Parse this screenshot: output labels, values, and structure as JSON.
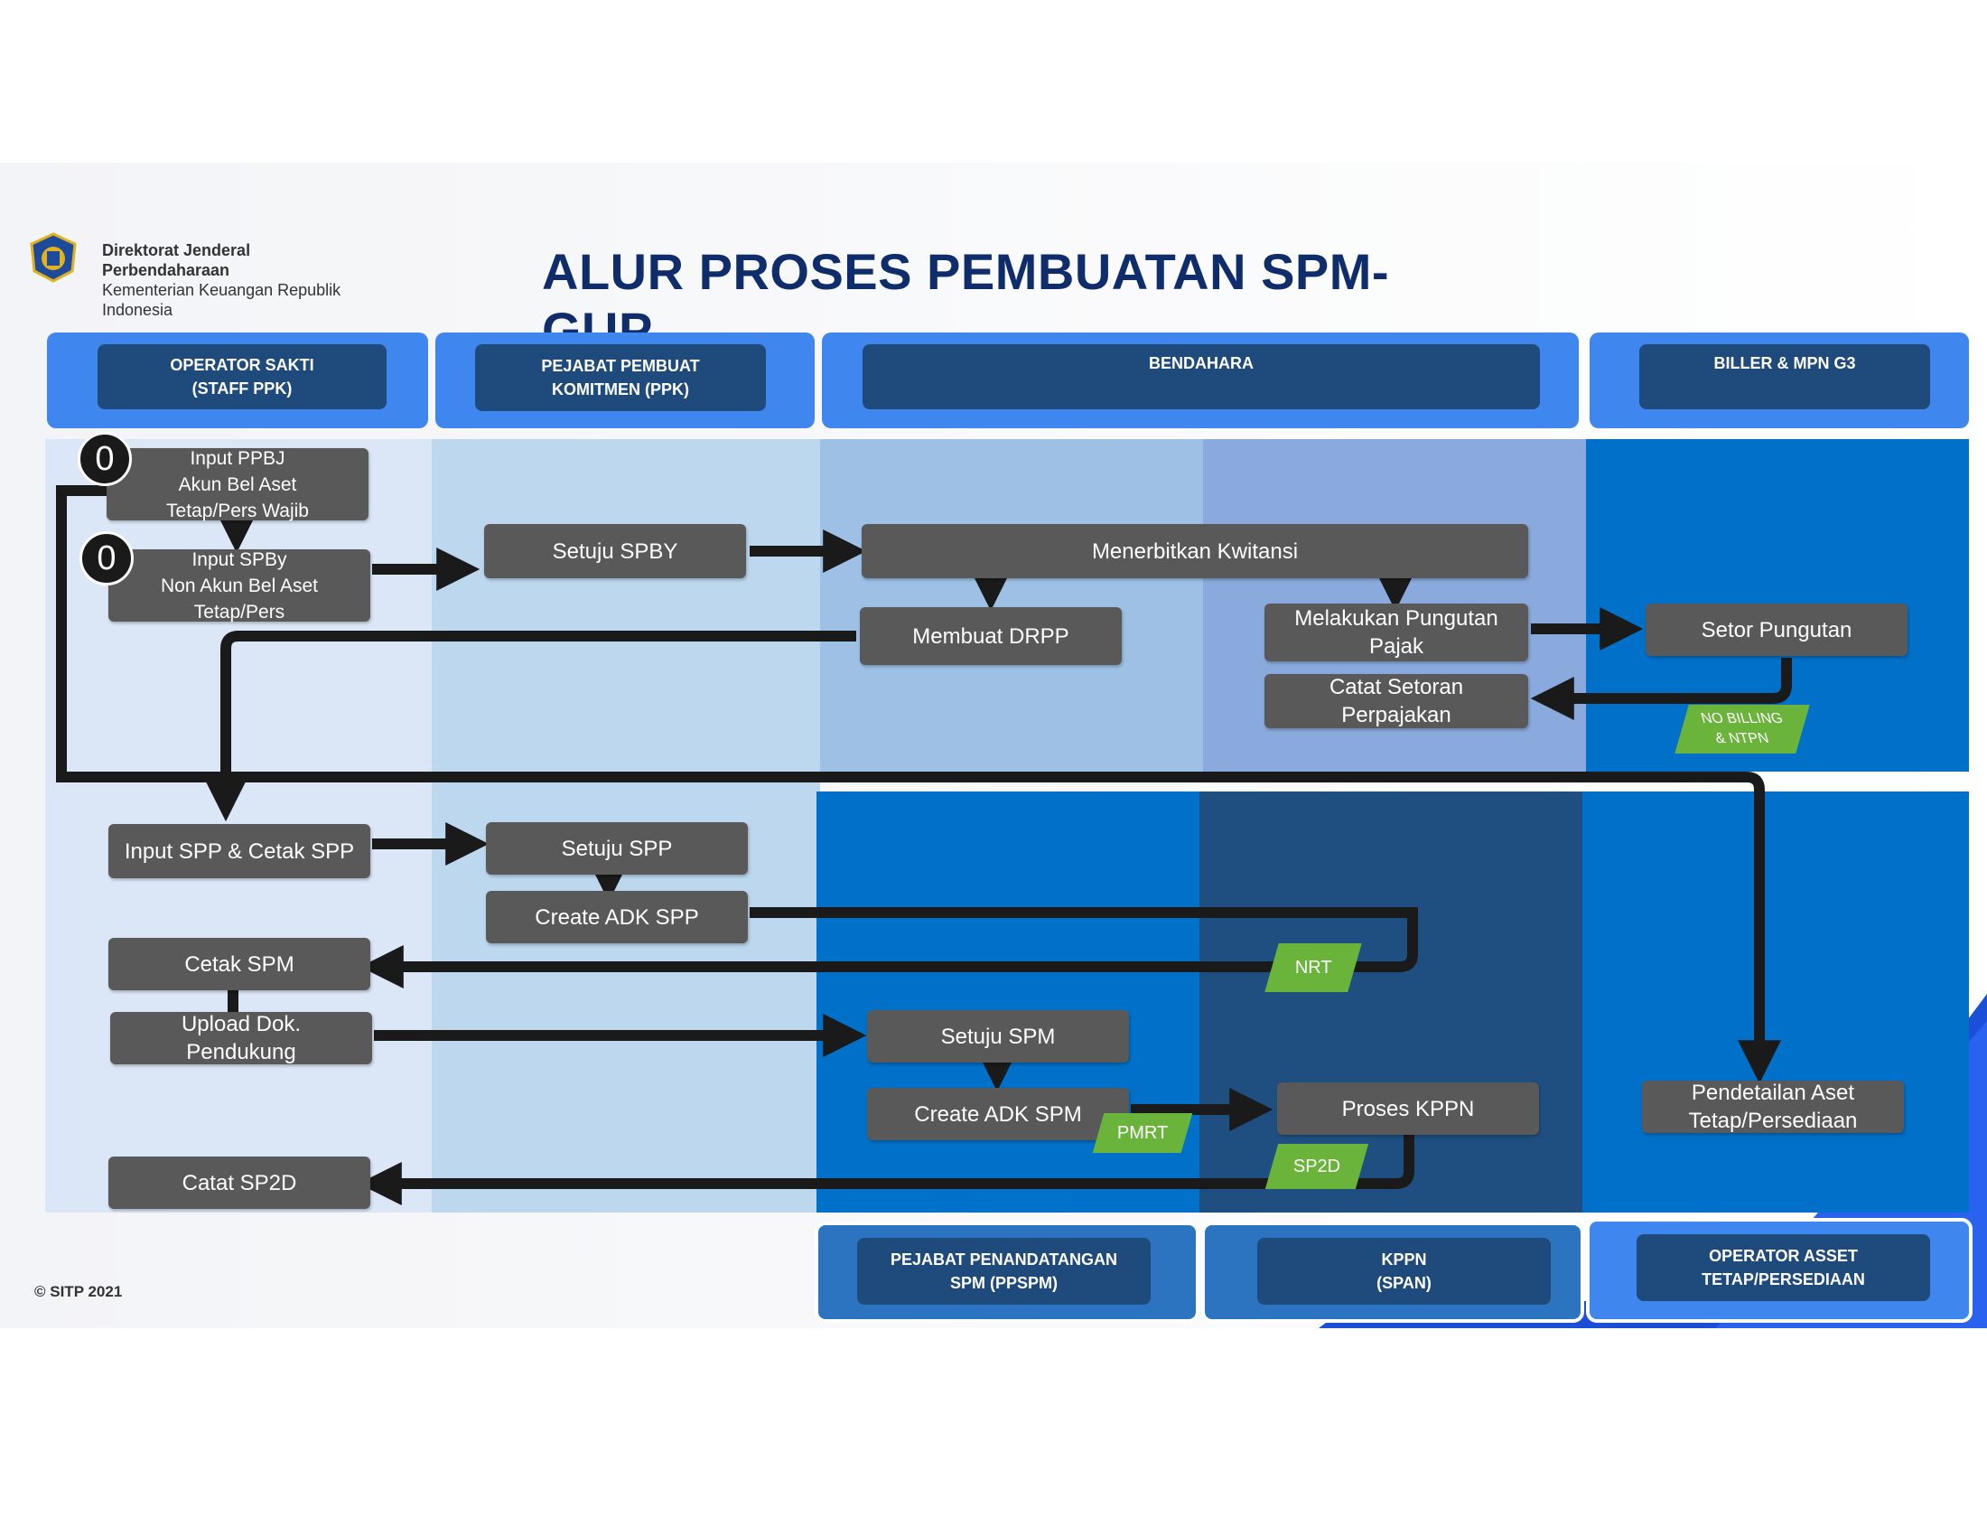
{
  "header": {
    "org_line1": "Direktorat Jenderal",
    "org_line2": "Perbendaharaan",
    "org_line3": "Kementerian Keuangan Republik",
    "org_line4": "Indonesia",
    "title": "ALUR PROSES PEMBUATAN SPM-GUP",
    "logo_icon": "ministry-emblem-icon"
  },
  "lanes_top": {
    "operator_line1": "OPERATOR SAKTI",
    "operator_line2": "(STAFF PPK)",
    "ppk_line1": "PEJABAT PEMBUAT",
    "ppk_line2": "KOMITMEN  (PPK)",
    "bendahara": "BENDAHARA",
    "biller": "BILLER & MPN G3"
  },
  "lanes_bottom": {
    "ppspm_line1": "PEJABAT PENANDATANGAN",
    "ppspm_line2": "SPM (PPSPM)",
    "kppn_line1": "KPPN",
    "kppn_line2": "(SPAN)",
    "asset_line1": "OPERATOR ASSET",
    "asset_line2": "TETAP/PERSEDIAAN"
  },
  "steps": {
    "start_marker_1": "0",
    "start_marker_2": "0",
    "input_ppbj_l1": "Input PPBJ",
    "input_ppbj_l2": "Akun Bel Aset",
    "input_ppbj_l3": "Tetap/Pers Wajib",
    "input_spby_l1": "Input SPBy",
    "input_spby_l2": "Non Akun Bel Aset",
    "input_spby_l3": "Tetap/Pers",
    "setuju_spby": "Setuju SPBY",
    "menerbitkan_kwitansi": "Menerbitkan Kwitansi",
    "membuat_drpp": "Membuat DRPP",
    "pungutan_l1": "Melakukan Pungutan",
    "pungutan_l2": "Pajak",
    "setor_pungutan": "Setor Pungutan",
    "catat_setoran_l1": "Catat Setoran",
    "catat_setoran_l2": "Perpajakan",
    "input_spp": "Input SPP & Cetak SPP",
    "setuju_spp": "Setuju SPP",
    "create_adk_spp": "Create ADK SPP",
    "cetak_spm": "Cetak SPM",
    "upload_l1": "Upload Dok.",
    "upload_l2": "Pendukung",
    "setuju_spm": "Setuju SPM",
    "create_adk_spm": "Create ADK SPM",
    "proses_kppn": "Proses KPPN",
    "pendetailan_l1": "Pendetailan Aset",
    "pendetailan_l2": "Tetap/Persediaan",
    "catat_sp2d": "Catat SP2D"
  },
  "tags": {
    "billing_l1": "NO BILLING",
    "billing_l2": "& NTPN",
    "nrt": "NRT",
    "pmrt": "PMRT",
    "sp2d": "SP2D"
  },
  "footer": {
    "copyright": "© SITP 2021"
  },
  "colors": {
    "title": "#0f2d6b",
    "lane_header": "#3f86ee",
    "lane_header_inner": "#1e4a7c",
    "box": "#595959",
    "tag": "#6ab43c",
    "arrow": "#1a1a1a"
  }
}
